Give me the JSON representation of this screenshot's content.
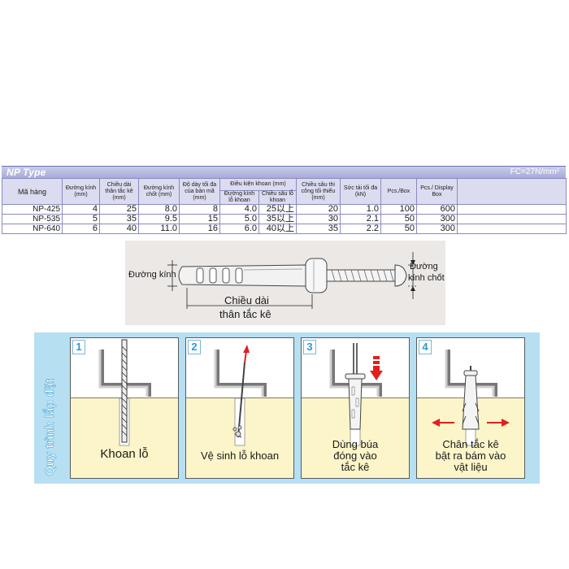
{
  "table": {
    "title": "NP Type",
    "fc_note": "FC=27N/mm²",
    "headers": {
      "code": "Mã hàng",
      "diameter": "Đường kính (mm)",
      "body_length": "Chiều dài thân tắc kê (mm)",
      "pin_diameter": "Đường kính chốt (mm)",
      "thickness": "Độ dày tối đa của bản mã (mm)",
      "drill_condition": "Điều kiện khoan (mm)",
      "drill_diameter": "Đường kính lỗ khoan",
      "drill_depth": "Chiều sâu lỗ khoan",
      "min_depth": "Chiều sâu thi công tối thiểu (mm)",
      "max_load": "Sức tải tối đa (kN)",
      "pcs_box": "Pcs./Box",
      "pcs_display": "Pcs./ Display Box"
    },
    "rows": [
      {
        "code": "NP-425",
        "diameter": "4",
        "body_length": "25",
        "pin_diameter": "8.0",
        "thickness": "8",
        "drill_diameter": "4.0",
        "drill_depth": "25以上",
        "min_depth": "20",
        "max_load": "1.0",
        "pcs_box": "100",
        "pcs_display": "600"
      },
      {
        "code": "NP-535",
        "diameter": "5",
        "body_length": "35",
        "pin_diameter": "9.5",
        "thickness": "15",
        "drill_diameter": "5.0",
        "drill_depth": "35以上",
        "min_depth": "30",
        "max_load": "2.1",
        "pcs_box": "50",
        "pcs_display": "300"
      },
      {
        "code": "NP-640",
        "diameter": "6",
        "body_length": "40",
        "pin_diameter": "11.0",
        "thickness": "16",
        "drill_diameter": "6.0",
        "drill_depth": "40以上",
        "min_depth": "35",
        "max_load": "2.2",
        "pcs_box": "50",
        "pcs_display": "300"
      }
    ]
  },
  "diagram": {
    "diameter_label": "Đường kính",
    "pin_label_line1": "Đường",
    "pin_label_line2": "kính chốt",
    "length_line1": "Chiều dài",
    "length_line2": "thân tắc kê"
  },
  "steps": {
    "title": "Quy trình lắp đặt",
    "items": [
      {
        "num": "1",
        "caption": [
          "Khoan lỗ"
        ]
      },
      {
        "num": "2",
        "caption": [
          "Vệ sinh lỗ khoan"
        ]
      },
      {
        "num": "3",
        "caption": [
          "Dùng búa",
          "đóng vào",
          "tắc kê"
        ]
      },
      {
        "num": "4",
        "caption": [
          "Chân tắc kê",
          "bật ra bám vào",
          "vật liệu"
        ]
      }
    ]
  },
  "colors": {
    "accent": "#2f98cf",
    "arrow": "#e02020",
    "ground": "#fcf5c9",
    "panel_bg": "#b6dff2"
  }
}
